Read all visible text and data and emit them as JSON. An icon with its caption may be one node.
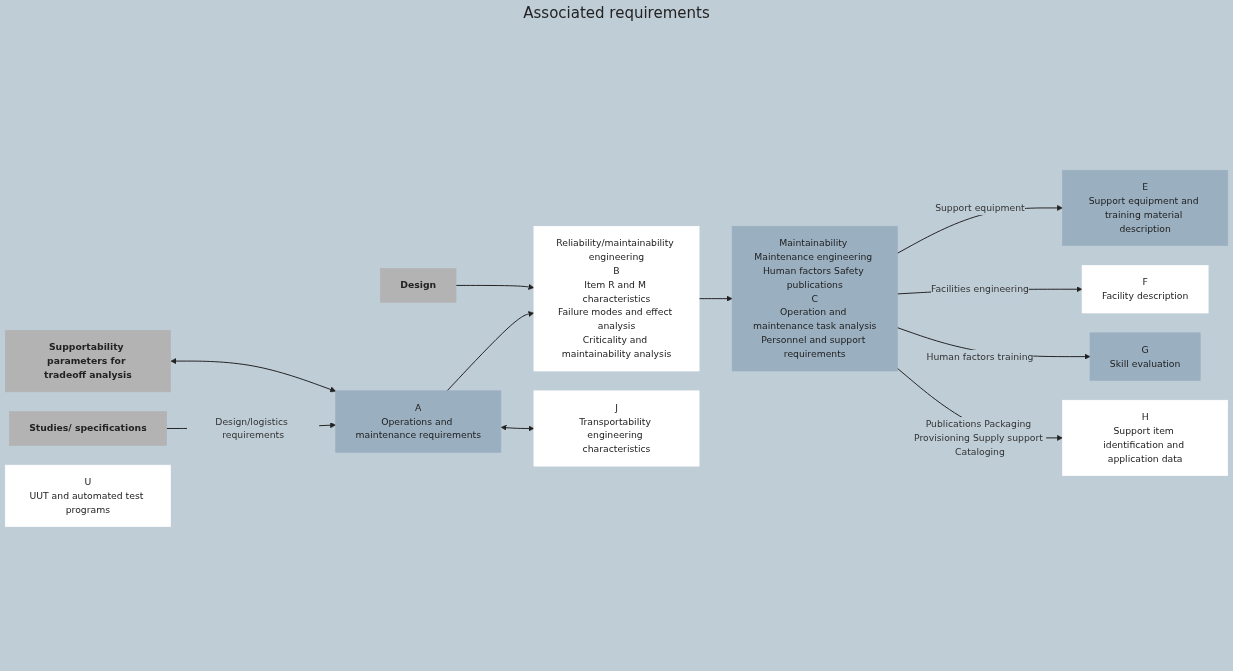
{
  "diagram": {
    "nodes": [
      {
        "text": [
          "Studies/ specifications"
        ]
      },
      {
        "text": [
          "Supportability parameters for tradeoff analysis"
        ]
      },
      {
        "text": [
          "A",
          "Operations and maintenance requirements"
        ]
      },
      {
        "text": [
          "Design"
        ]
      },
      {
        "text": [
          "Reliability/maintainability engineering",
          "B",
          "Item R and M characteristics",
          "Failure modes and effect analysis",
          "Criticality and maintainability analysis"
        ]
      },
      {
        "text": [
          "Maintainability Maintenance engineering Human factors Safety publications",
          "C",
          "Operation and maintenance task analysis",
          "Personnel and support requirements"
        ]
      },
      {
        "text": [
          "J",
          "Transportability engineering characteristics"
        ]
      },
      {
        "text": [
          "E",
          "Support equipment and training material description"
        ]
      },
      {
        "text": [
          "U",
          "UUT and automated test programs"
        ]
      },
      {
        "text": [
          "F",
          "Facility description"
        ]
      },
      {
        "text": [
          "G",
          "Skill evaluation"
        ]
      },
      {
        "text": [
          "H",
          "Support item identification and application data"
        ]
      }
    ],
    "edges": [
      {
        "from": 0,
        "to": 2,
        "arrow": "to",
        "label": "Design/logistics requirements"
      },
      {
        "from": 1,
        "to": 2,
        "arrow": "both"
      },
      {
        "from": 2,
        "to": 4,
        "arrow": "to"
      },
      {
        "from": 3,
        "to": 4,
        "arrow": "to"
      },
      {
        "from": 2,
        "to": 6,
        "arrow": "both"
      },
      {
        "from": 4,
        "to": 5,
        "arrow": "to"
      },
      {
        "from": 5,
        "to": 7,
        "arrow": "to",
        "label": "Support equipment"
      },
      {
        "from": 5,
        "to": 9,
        "arrow": "to",
        "label": "Facilities engineering"
      },
      {
        "from": 5,
        "to": 10,
        "arrow": "to",
        "label": "Human factors training"
      },
      {
        "from": 5,
        "to": 11,
        "arrow": "to",
        "label": "Publications Packaging Provisioning Supply support Cataloging"
      }
    ],
    "labels": [
      "Associated requirements"
    ]
  }
}
